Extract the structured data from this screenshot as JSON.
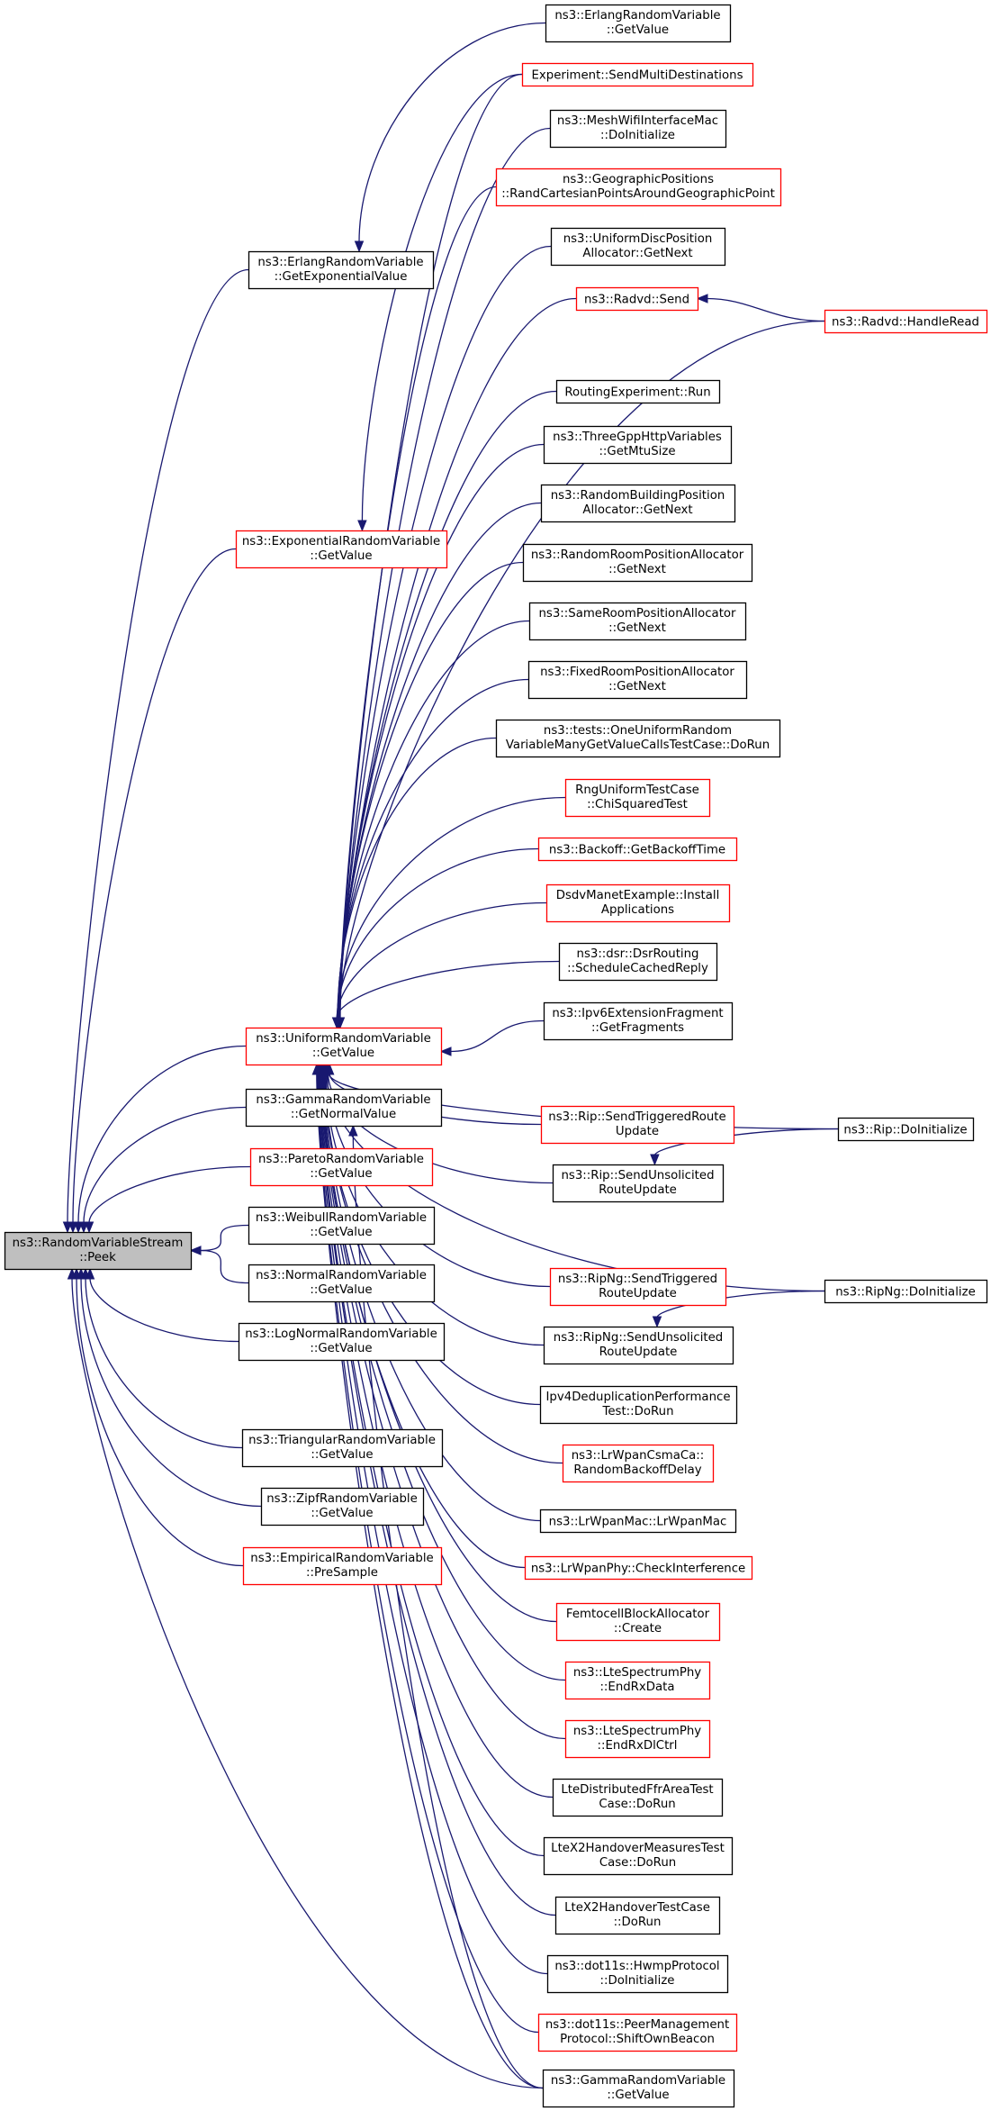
{
  "colors": {
    "edge": "#191970",
    "node_border_default": "#000000",
    "node_border_incomplete": "#ff0000",
    "node_fill_default": "#ffffff",
    "node_fill_focus": "#bfbfbf",
    "text": "#000000"
  },
  "nodes": [
    {
      "id": "peek",
      "lines": [
        "ns3::RandomVariableStream",
        "::Peek"
      ],
      "style": "focus"
    },
    {
      "id": "erlang_getexp",
      "lines": [
        "ns3::ErlangRandomVariable",
        "::GetExponentialValue"
      ],
      "style": "default"
    },
    {
      "id": "exp_getvalue",
      "lines": [
        "ns3::ExponentialRandomVariable",
        "::GetValue"
      ],
      "style": "incomplete"
    },
    {
      "id": "uniform_getvalue",
      "lines": [
        "ns3::UniformRandomVariable",
        "::GetValue"
      ],
      "style": "incomplete"
    },
    {
      "id": "gamma_getnormal",
      "lines": [
        "ns3::GammaRandomVariable",
        "::GetNormalValue"
      ],
      "style": "default"
    },
    {
      "id": "pareto",
      "lines": [
        "ns3::ParetoRandomVariable",
        "::GetValue"
      ],
      "style": "incomplete"
    },
    {
      "id": "weibull",
      "lines": [
        "ns3::WeibullRandomVariable",
        "::GetValue"
      ],
      "style": "default"
    },
    {
      "id": "normal",
      "lines": [
        "ns3::NormalRandomVariable",
        "::GetValue"
      ],
      "style": "default"
    },
    {
      "id": "lognormal",
      "lines": [
        "ns3::LogNormalRandomVariable",
        "::GetValue"
      ],
      "style": "default"
    },
    {
      "id": "triangular",
      "lines": [
        "ns3::TriangularRandomVariable",
        "::GetValue"
      ],
      "style": "default"
    },
    {
      "id": "zipf",
      "lines": [
        "ns3::ZipfRandomVariable",
        "::GetValue"
      ],
      "style": "default"
    },
    {
      "id": "empirical",
      "lines": [
        "ns3::EmpiricalRandomVariable",
        "::PreSample"
      ],
      "style": "incomplete"
    },
    {
      "id": "erlang_getvalue",
      "lines": [
        "ns3::ErlangRandomVariable",
        "::GetValue"
      ],
      "style": "default"
    },
    {
      "id": "send_multi",
      "lines": [
        "Experiment::SendMultiDestinations"
      ],
      "style": "incomplete"
    },
    {
      "id": "mesh_wifi",
      "lines": [
        "ns3::MeshWifiInterfaceMac",
        "::DoInitialize"
      ],
      "style": "default"
    },
    {
      "id": "geo_pos",
      "lines": [
        "ns3::GeographicPositions",
        "::RandCartesianPointsAroundGeographicPoint"
      ],
      "style": "incomplete"
    },
    {
      "id": "uniform_disc",
      "lines": [
        "ns3::UniformDiscPosition",
        "Allocator::GetNext"
      ],
      "style": "default"
    },
    {
      "id": "radvd_send",
      "lines": [
        "ns3::Radvd::Send"
      ],
      "style": "incomplete"
    },
    {
      "id": "radvd_handleread",
      "lines": [
        "ns3::Radvd::HandleRead"
      ],
      "style": "incomplete"
    },
    {
      "id": "routing_exp",
      "lines": [
        "RoutingExperiment::Run"
      ],
      "style": "default"
    },
    {
      "id": "threegpp",
      "lines": [
        "ns3::ThreeGppHttpVariables",
        "::GetMtuSize"
      ],
      "style": "default"
    },
    {
      "id": "random_building",
      "lines": [
        "ns3::RandomBuildingPosition",
        "Allocator::GetNext"
      ],
      "style": "default"
    },
    {
      "id": "random_room",
      "lines": [
        "ns3::RandomRoomPositionAllocator",
        "::GetNext"
      ],
      "style": "default"
    },
    {
      "id": "same_room",
      "lines": [
        "ns3::SameRoomPositionAllocator",
        "::GetNext"
      ],
      "style": "default"
    },
    {
      "id": "fixed_room",
      "lines": [
        "ns3::FixedRoomPositionAllocator",
        "::GetNext"
      ],
      "style": "default"
    },
    {
      "id": "tests_one_uniform",
      "lines": [
        "ns3::tests::OneUniformRandom",
        "VariableManyGetValueCallsTestCase::DoRun"
      ],
      "style": "default"
    },
    {
      "id": "rng_uniform",
      "lines": [
        "RngUniformTestCase",
        "::ChiSquaredTest"
      ],
      "style": "incomplete"
    },
    {
      "id": "backoff",
      "lines": [
        "ns3::Backoff::GetBackoffTime"
      ],
      "style": "incomplete"
    },
    {
      "id": "dsdv",
      "lines": [
        "DsdvManetExample::Install",
        "Applications"
      ],
      "style": "incomplete"
    },
    {
      "id": "dsr",
      "lines": [
        "ns3::dsr::DsrRouting",
        "::ScheduleCachedReply"
      ],
      "style": "default"
    },
    {
      "id": "ipv6_frag",
      "lines": [
        "ns3::Ipv6ExtensionFragment",
        "::GetFragments"
      ],
      "style": "default"
    },
    {
      "id": "rip_send_triggered",
      "lines": [
        "ns3::Rip::SendTriggeredRoute",
        "Update"
      ],
      "style": "incomplete"
    },
    {
      "id": "rip_doinit",
      "lines": [
        "ns3::Rip::DoInitialize"
      ],
      "style": "default"
    },
    {
      "id": "rip_send_unsolicited",
      "lines": [
        "ns3::Rip::SendUnsolicited",
        "RouteUpdate"
      ],
      "style": "default"
    },
    {
      "id": "ripng_send_triggered",
      "lines": [
        "ns3::RipNg::SendTriggered",
        "RouteUpdate"
      ],
      "style": "incomplete"
    },
    {
      "id": "ripng_doinit",
      "lines": [
        "ns3::RipNg::DoInitialize"
      ],
      "style": "default"
    },
    {
      "id": "ripng_send_unsolicited",
      "lines": [
        "ns3::RipNg::SendUnsolicited",
        "RouteUpdate"
      ],
      "style": "default"
    },
    {
      "id": "ipv4_dedup",
      "lines": [
        "Ipv4DeduplicationPerformance",
        "Test::DoRun"
      ],
      "style": "default"
    },
    {
      "id": "lrwpan_csma",
      "lines": [
        "ns3::LrWpanCsmaCa::",
        "RandomBackoffDelay"
      ],
      "style": "incomplete"
    },
    {
      "id": "lrwpan_mac",
      "lines": [
        "ns3::LrWpanMac::LrWpanMac"
      ],
      "style": "default"
    },
    {
      "id": "lrwpan_phy",
      "lines": [
        "ns3::LrWpanPhy::CheckInterference"
      ],
      "style": "incomplete"
    },
    {
      "id": "femtocell",
      "lines": [
        "FemtocellBlockAllocator",
        "::Create"
      ],
      "style": "incomplete"
    },
    {
      "id": "lte_endrxdata",
      "lines": [
        "ns3::LteSpectrumPhy",
        "::EndRxData"
      ],
      "style": "incomplete"
    },
    {
      "id": "lte_endrxdlctrl",
      "lines": [
        "ns3::LteSpectrumPhy",
        "::EndRxDlCtrl"
      ],
      "style": "incomplete"
    },
    {
      "id": "lte_distributed",
      "lines": [
        "LteDistributedFfrAreaTest",
        "Case::DoRun"
      ],
      "style": "default"
    },
    {
      "id": "ltex2_measures",
      "lines": [
        "LteX2HandoverMeasuresTest",
        "Case::DoRun"
      ],
      "style": "default"
    },
    {
      "id": "ltex2_handover",
      "lines": [
        "LteX2HandoverTestCase",
        "::DoRun"
      ],
      "style": "default"
    },
    {
      "id": "hwmp",
      "lines": [
        "ns3::dot11s::HwmpProtocol",
        "::DoInitialize"
      ],
      "style": "default"
    },
    {
      "id": "peer_mgmt",
      "lines": [
        "ns3::dot11s::PeerManagement",
        "Protocol::ShiftOwnBeacon"
      ],
      "style": "incomplete"
    },
    {
      "id": "gamma_getvalue",
      "lines": [
        "ns3::GammaRandomVariable",
        "::GetValue"
      ],
      "style": "default"
    }
  ],
  "edges": [
    {
      "from": "erlang_getexp",
      "to": "peek"
    },
    {
      "from": "exp_getvalue",
      "to": "peek"
    },
    {
      "from": "uniform_getvalue",
      "to": "peek"
    },
    {
      "from": "gamma_getnormal",
      "to": "peek"
    },
    {
      "from": "pareto",
      "to": "peek"
    },
    {
      "from": "weibull",
      "to": "peek"
    },
    {
      "from": "normal",
      "to": "peek"
    },
    {
      "from": "lognormal",
      "to": "peek"
    },
    {
      "from": "triangular",
      "to": "peek"
    },
    {
      "from": "zipf",
      "to": "peek"
    },
    {
      "from": "empirical",
      "to": "peek"
    },
    {
      "from": "gamma_getvalue",
      "to": "peek"
    },
    {
      "from": "erlang_getvalue",
      "to": "erlang_getexp"
    },
    {
      "from": "send_multi",
      "to": "exp_getvalue"
    },
    {
      "from": "gamma_getvalue",
      "to": "gamma_getnormal"
    },
    {
      "from": "send_multi",
      "to": "uniform_getvalue"
    },
    {
      "from": "mesh_wifi",
      "to": "uniform_getvalue"
    },
    {
      "from": "geo_pos",
      "to": "uniform_getvalue"
    },
    {
      "from": "uniform_disc",
      "to": "uniform_getvalue"
    },
    {
      "from": "radvd_send",
      "to": "uniform_getvalue"
    },
    {
      "from": "radvd_handleread",
      "to": "uniform_getvalue"
    },
    {
      "from": "radvd_handleread",
      "to": "radvd_send"
    },
    {
      "from": "routing_exp",
      "to": "uniform_getvalue"
    },
    {
      "from": "threegpp",
      "to": "uniform_getvalue"
    },
    {
      "from": "random_building",
      "to": "uniform_getvalue"
    },
    {
      "from": "random_room",
      "to": "uniform_getvalue"
    },
    {
      "from": "same_room",
      "to": "uniform_getvalue"
    },
    {
      "from": "fixed_room",
      "to": "uniform_getvalue"
    },
    {
      "from": "tests_one_uniform",
      "to": "uniform_getvalue"
    },
    {
      "from": "rng_uniform",
      "to": "uniform_getvalue"
    },
    {
      "from": "backoff",
      "to": "uniform_getvalue"
    },
    {
      "from": "dsdv",
      "to": "uniform_getvalue"
    },
    {
      "from": "dsr",
      "to": "uniform_getvalue"
    },
    {
      "from": "ipv6_frag",
      "to": "uniform_getvalue"
    },
    {
      "from": "rip_doinit",
      "to": "uniform_getvalue"
    },
    {
      "from": "rip_send_triggered",
      "to": "uniform_getvalue"
    },
    {
      "from": "rip_send_unsolicited",
      "to": "uniform_getvalue"
    },
    {
      "from": "rip_doinit",
      "to": "rip_send_unsolicited"
    },
    {
      "from": "ripng_doinit",
      "to": "uniform_getvalue"
    },
    {
      "from": "ripng_send_triggered",
      "to": "uniform_getvalue"
    },
    {
      "from": "ripng_send_unsolicited",
      "to": "uniform_getvalue"
    },
    {
      "from": "ripng_doinit",
      "to": "ripng_send_unsolicited"
    },
    {
      "from": "ipv4_dedup",
      "to": "uniform_getvalue"
    },
    {
      "from": "lrwpan_csma",
      "to": "uniform_getvalue"
    },
    {
      "from": "lrwpan_mac",
      "to": "uniform_getvalue"
    },
    {
      "from": "lrwpan_phy",
      "to": "uniform_getvalue"
    },
    {
      "from": "femtocell",
      "to": "uniform_getvalue"
    },
    {
      "from": "lte_endrxdata",
      "to": "uniform_getvalue"
    },
    {
      "from": "lte_endrxdlctrl",
      "to": "uniform_getvalue"
    },
    {
      "from": "lte_distributed",
      "to": "uniform_getvalue"
    },
    {
      "from": "ltex2_measures",
      "to": "uniform_getvalue"
    },
    {
      "from": "ltex2_handover",
      "to": "uniform_getvalue"
    },
    {
      "from": "hwmp",
      "to": "uniform_getvalue"
    },
    {
      "from": "peer_mgmt",
      "to": "uniform_getvalue"
    },
    {
      "from": "gamma_getvalue",
      "to": "uniform_getvalue"
    }
  ]
}
